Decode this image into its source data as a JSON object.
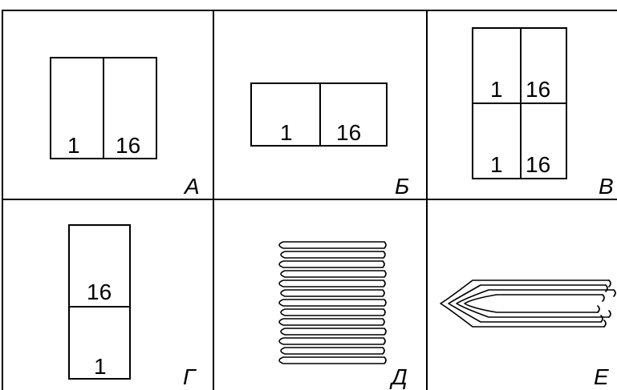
{
  "panels": [
    {
      "letter": "А",
      "left_number": "1",
      "right_number": "16"
    },
    {
      "letter": "Б",
      "left_number": "1",
      "right_number": "16"
    },
    {
      "letter": "В",
      "top_left_number": "1",
      "top_right_number": "16",
      "bottom_left_number": "1",
      "bottom_right_number": "16"
    },
    {
      "letter": "Г",
      "top_number": "16",
      "bottom_number": "1"
    },
    {
      "letter": "Д",
      "illustration": "stacked-folded-sheets"
    },
    {
      "letter": "Е",
      "illustration": "nested-folded-sheets"
    }
  ]
}
